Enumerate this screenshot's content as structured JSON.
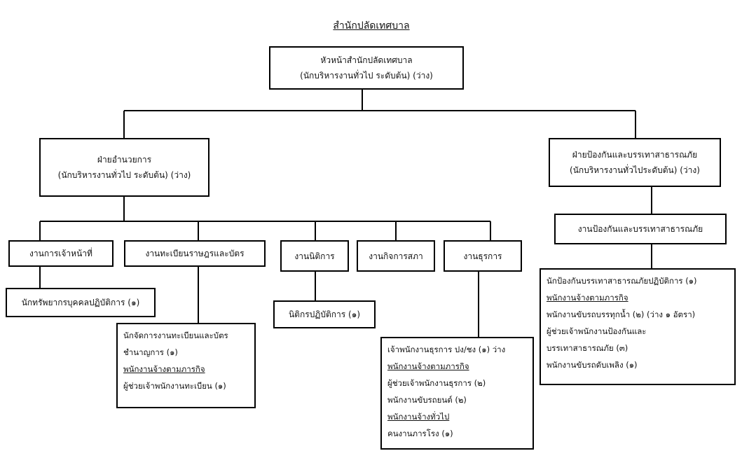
{
  "title": "สำนักปลัดเทศบาล",
  "head": [
    "หัวหน้าสำนักปลัดเทศบาล",
    "(นักบริหารงานทั่วไป ระดับต้น) (ว่าง)"
  ],
  "admin": [
    "ฝ่ายอำนวยการ",
    "(นักบริหารงานทั่วไป ระดับต้น) (ว่าง)"
  ],
  "prevention": [
    "ฝ่ายป้องกันและบรรเทาสาธารณภัย",
    "(นักบริหารงานทั่วไประดับต้น) (ว่าง)"
  ],
  "units": {
    "personnel": "งานการเจ้าหน้าที่",
    "registration": "งานทะเบียนราษฎรและบัตร",
    "legal": "งานนิติการ",
    "council": "งานกิจการสภา",
    "general": "งานธุรการ",
    "disaster": "งานป้องกันและบรรเทาสาธารณภัย"
  },
  "staff": {
    "personnel": "นักทรัพยากรบุคคลปฏิบัติการ (๑)",
    "legal": "นิติกรปฏิบัติการ (๑)",
    "registration": [
      "นักจัดการงานทะเบียนและบัตร",
      "ชำนาญการ (๑)",
      "พนักงานจ้างตามภารกิจ",
      "ผู้ช่วยเจ้าพนักงานทะเบียน (๑)"
    ],
    "general": [
      "เจ้าพนักงานธุรการ ปง/ชง (๑) ว่าง",
      "พนักงานจ้างตามภารกิจ",
      "ผู้ช่วยเจ้าพนักงานธุรการ (๒)",
      "พนักงานขับรถยนต์ (๒)",
      "พนักงานจ้างทั่วไป",
      "คนงานภารโรง (๑)"
    ],
    "disaster": [
      "นักป้องกันบรรเทาสาธารณภัยปฏิบัติการ (๑)",
      "พนักงานจ้างตามภารกิจ",
      "พนักงานขับรถบรรทุกน้ำ (๒) (ว่าง ๑ อัตรา)",
      "ผู้ช่วยเจ้าพนักงานป้องกันและ",
      "บรรเทาสาธารณภัย (๓)",
      "พนักงานขับรถดับเพลิง (๑)"
    ]
  }
}
